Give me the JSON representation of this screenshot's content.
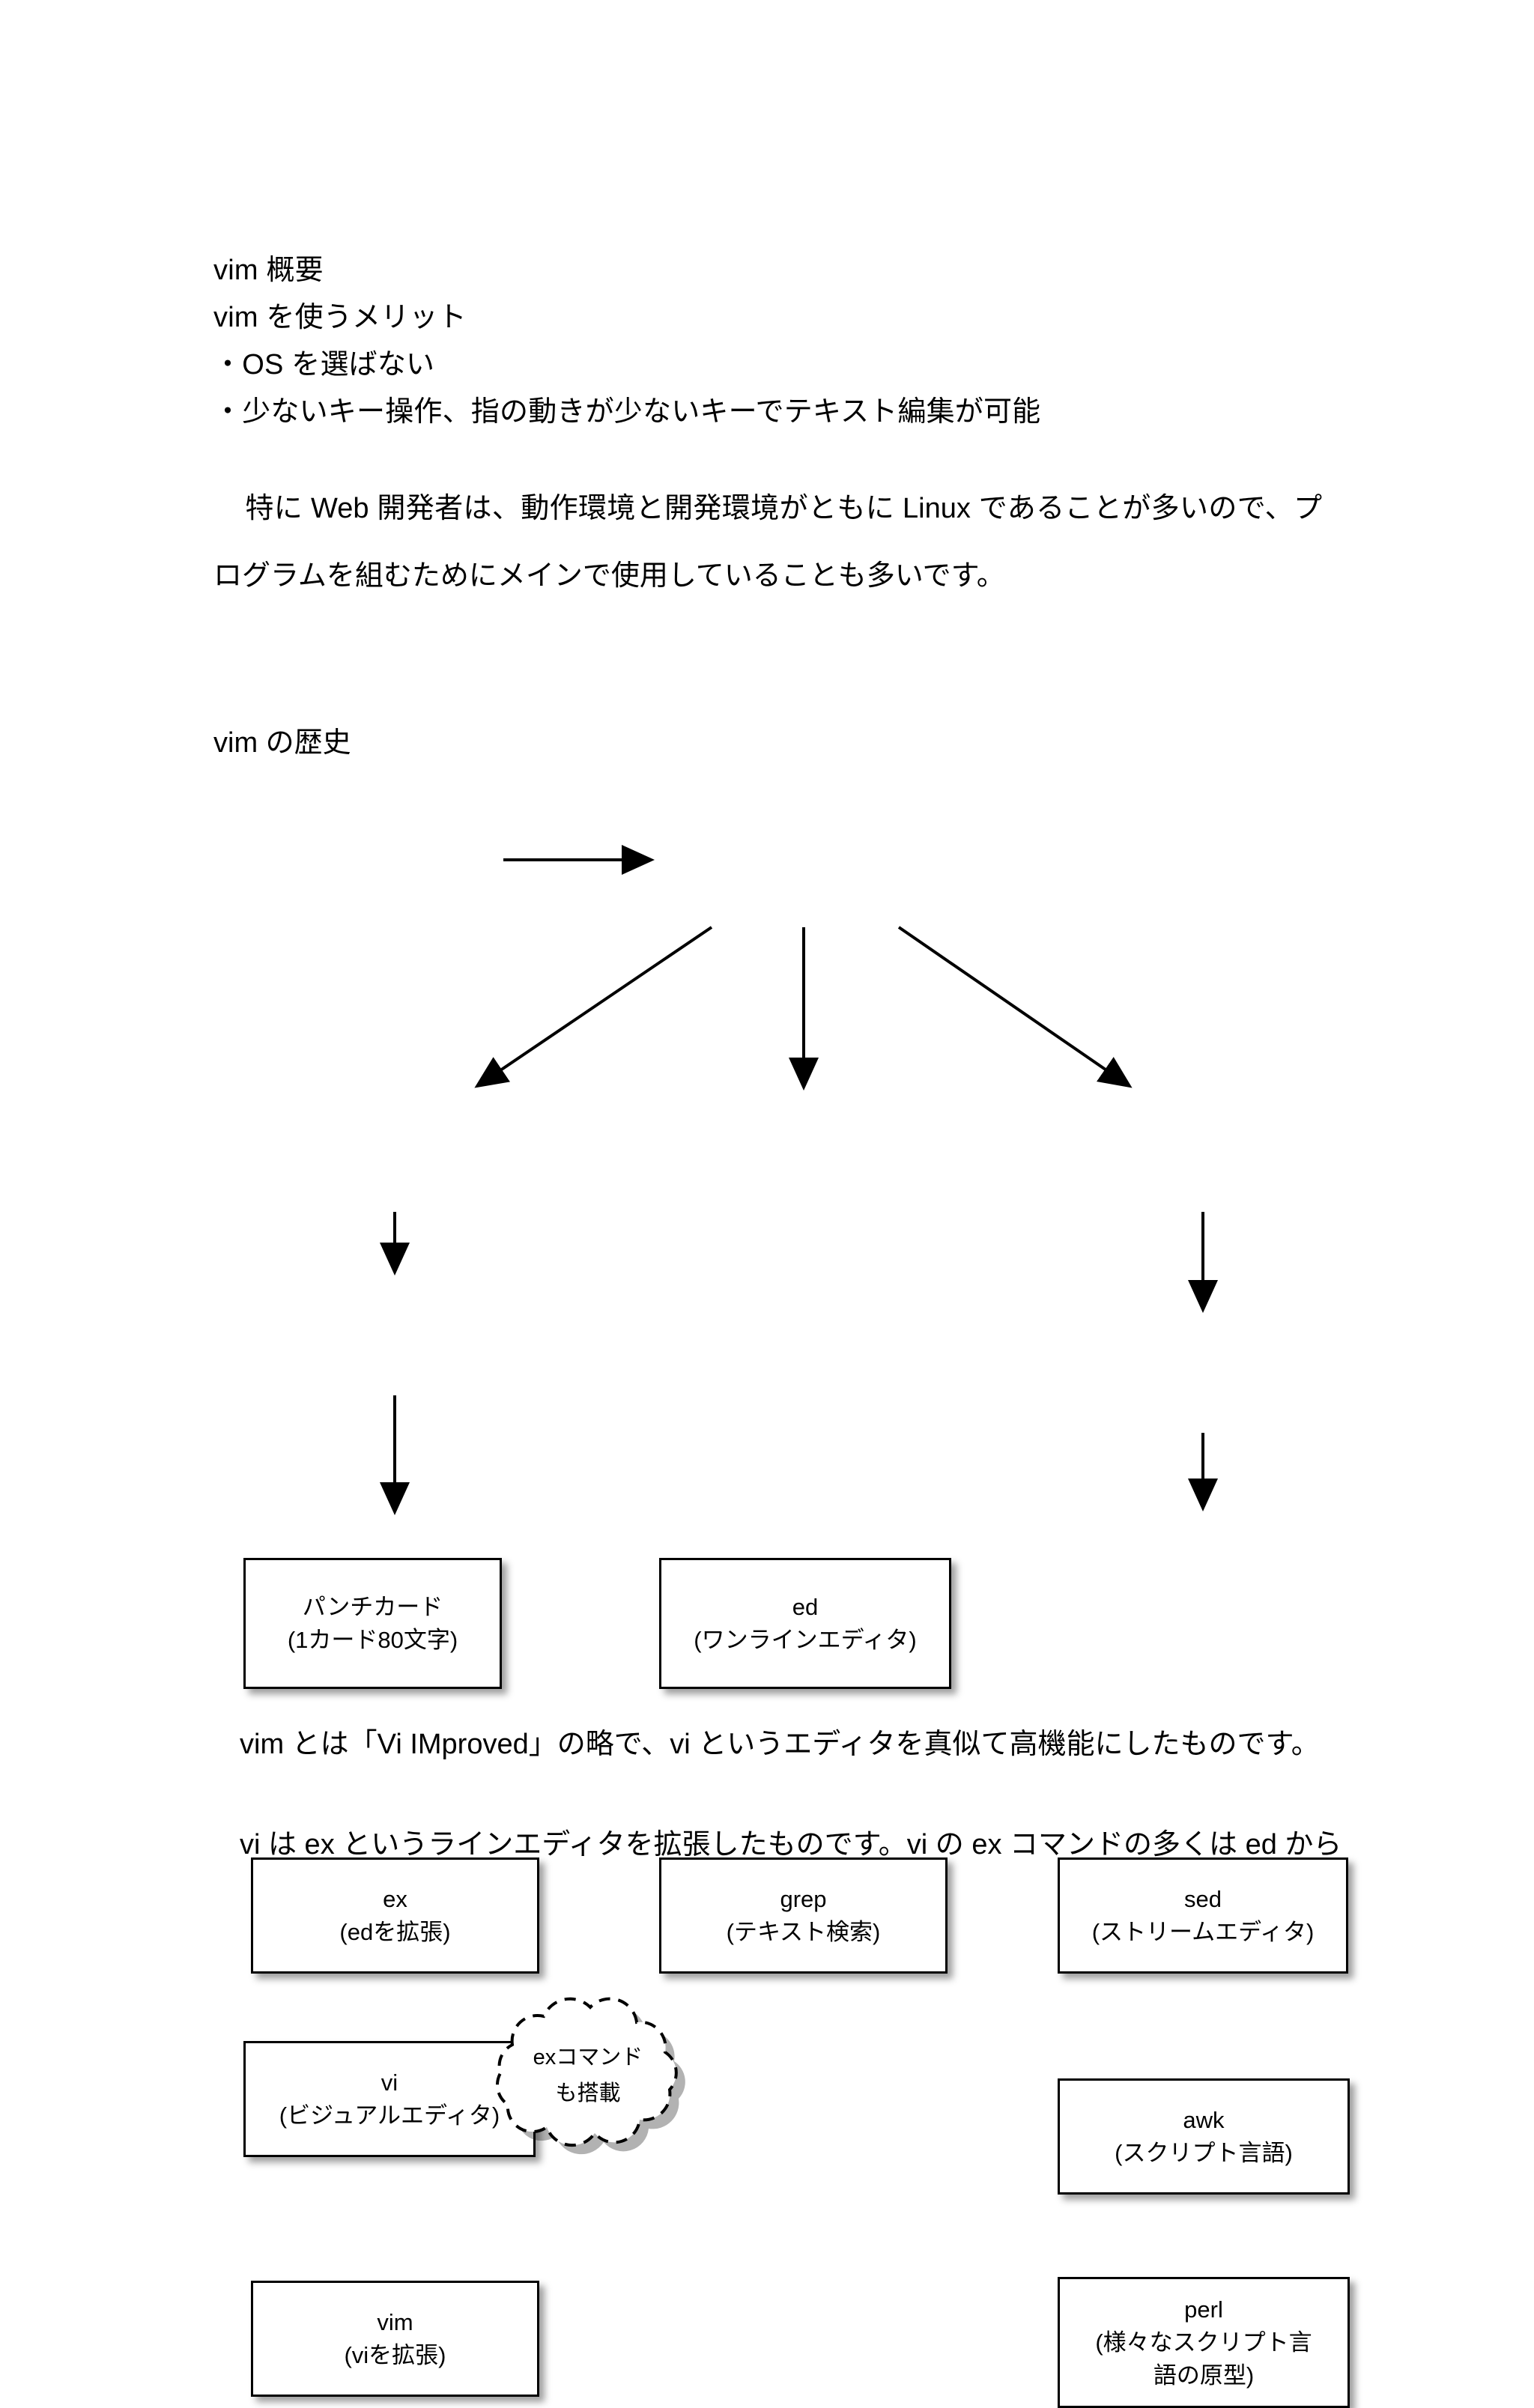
{
  "document": {
    "heading": "vim 概要",
    "intro_lines": [
      "vim を使うメリット",
      "・OS を選ばない",
      "・少ないキー操作、指の動きが少ないキーでテキスト編集が可能"
    ],
    "paragraph": "特に Web 開発者は、動作環境と開発環境がともに Linux であることが多いので、プログラムを組むためにメインで使用していることも多いです。",
    "history_heading": "vim の歴史",
    "closing_paragraphs": [
      "vim とは「Vi IMproved」の略で、vi というエディタを真似て高機能にしたものです。",
      "vi は ex というラインエディタを拡張したものです。vi の ex コマンドの多くは ed から"
    ]
  },
  "diagram": {
    "nodes": [
      {
        "id": "punchcard",
        "title": "パンチカード",
        "sub": "(1カード80文字)"
      },
      {
        "id": "ed",
        "title": "ed",
        "sub": "(ワンラインエディタ)"
      },
      {
        "id": "ex",
        "title": "ex",
        "sub": "(edを拡張)"
      },
      {
        "id": "grep",
        "title": "grep",
        "sub": "(テキスト検索)"
      },
      {
        "id": "sed",
        "title": "sed",
        "sub": "(ストリームエディタ)"
      },
      {
        "id": "vi",
        "title": "vi",
        "sub": "(ビジュアルエディタ)"
      },
      {
        "id": "awk",
        "title": "awk",
        "sub": "(スクリプト言語)"
      },
      {
        "id": "vim",
        "title": "vim",
        "sub": "(viを拡張)"
      },
      {
        "id": "perl",
        "title": "perl",
        "sub": "(様々なスクリプト言\n語の原型)"
      }
    ],
    "callout": {
      "line1": "exコマンド",
      "line2": "も搭載"
    },
    "edges": [
      {
        "from": "punchcard",
        "to": "ed"
      },
      {
        "from": "ed",
        "to": "ex"
      },
      {
        "from": "ed",
        "to": "grep"
      },
      {
        "from": "ed",
        "to": "sed"
      },
      {
        "from": "ex",
        "to": "vi"
      },
      {
        "from": "vi",
        "to": "vim"
      },
      {
        "from": "sed",
        "to": "awk"
      },
      {
        "from": "awk",
        "to": "perl"
      }
    ]
  },
  "colors": {
    "ink": "#000000",
    "paper": "#ffffff",
    "shadow": "rgba(0,0,0,0.38)"
  }
}
